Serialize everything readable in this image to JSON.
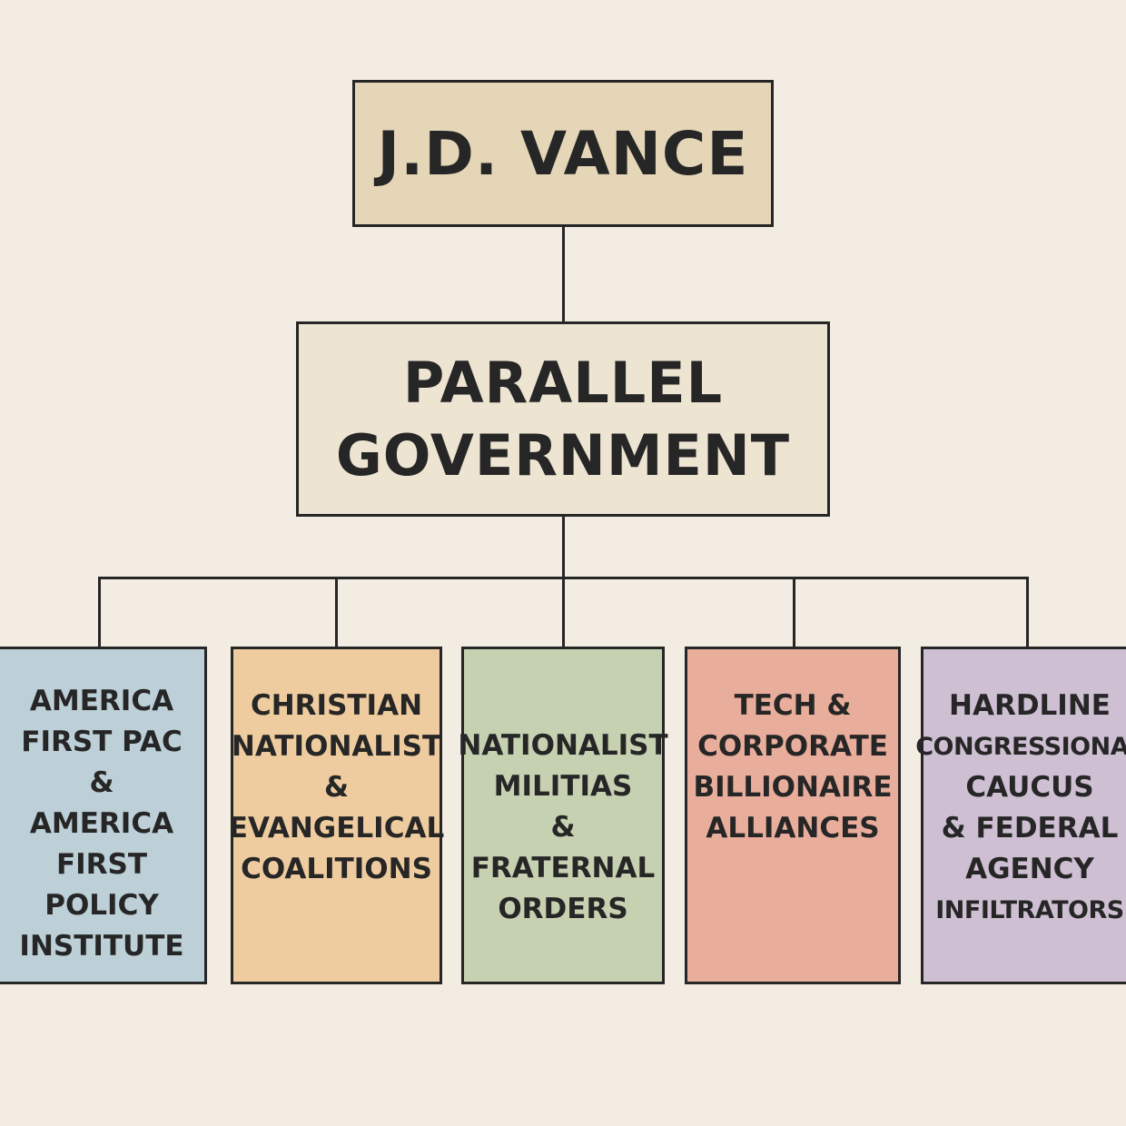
{
  "root": {
    "label": "J.D. VANCE"
  },
  "middle": {
    "lines": [
      "PARALLEL",
      "GOVERNMENT"
    ]
  },
  "branches": [
    {
      "lines": [
        "AMERICA",
        "FIRST PAC",
        "&",
        "AMERICA",
        "FIRST",
        "POLICY",
        "INSTITUTE"
      ],
      "color": "#bdcfd7"
    },
    {
      "lines": [
        "CHRISTIAN",
        "NATIONALIST",
        "&",
        "EVANGELICAL",
        "COALITIONS"
      ],
      "color": "#efcc9f"
    },
    {
      "lines": [
        "NATIONALIST",
        "MILITIAS",
        "&",
        "FRATERNAL",
        "ORDERS"
      ],
      "color": "#c5d1b1"
    },
    {
      "lines": [
        "TECH &",
        "CORPORATE",
        "BILLIONAIRE",
        "ALLIANCES"
      ],
      "color": "#e9ad9c"
    },
    {
      "lines": [
        "HARDLINE",
        "CONGRESSIONAL",
        "CAUCUS",
        "& FEDERAL",
        "AGENCY",
        "INFILTRATORS"
      ],
      "color": "#cebfd3"
    }
  ]
}
